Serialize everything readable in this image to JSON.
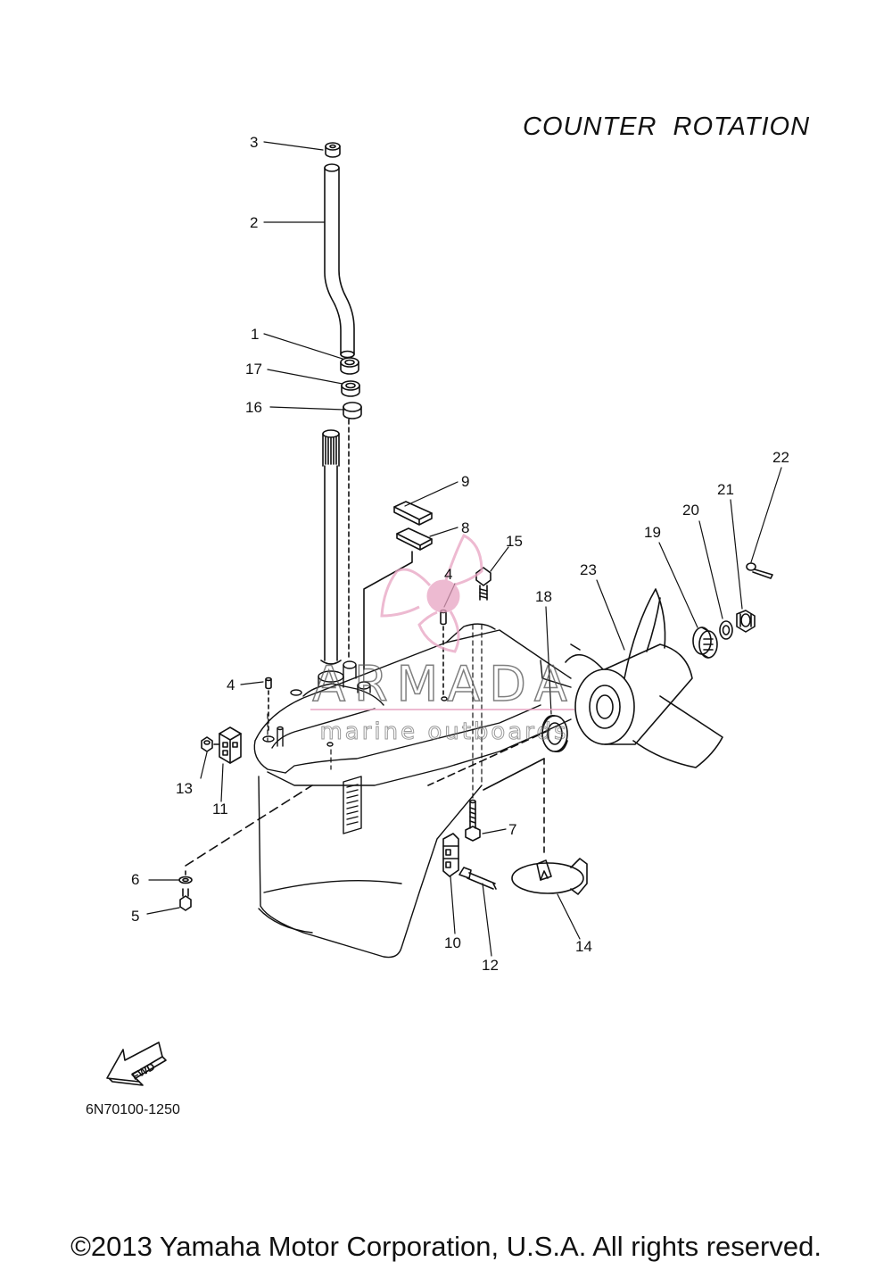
{
  "title": "COUNTER  ROTATION",
  "drawing_code": "6N70100-1250",
  "copyright": "©2013 Yamaha Motor Corporation, U.S.A. All rights reserved.",
  "watermark": {
    "brand": "ARMADA",
    "tagline": "marine outboards",
    "color": "#e8a3c2"
  },
  "fwd_label": "FWD",
  "callouts": {
    "n1": "1",
    "n2": "2",
    "n3": "3",
    "n4a": "4",
    "n4b": "4",
    "n5": "5",
    "n6": "6",
    "n7": "7",
    "n8": "8",
    "n9": "9",
    "n10": "10",
    "n11": "11",
    "n12": "12",
    "n13": "13",
    "n14": "14",
    "n15": "15",
    "n16": "16",
    "n17": "17",
    "n18": "18",
    "n19": "19",
    "n20": "20",
    "n21": "21",
    "n22": "22",
    "n23": "23"
  }
}
